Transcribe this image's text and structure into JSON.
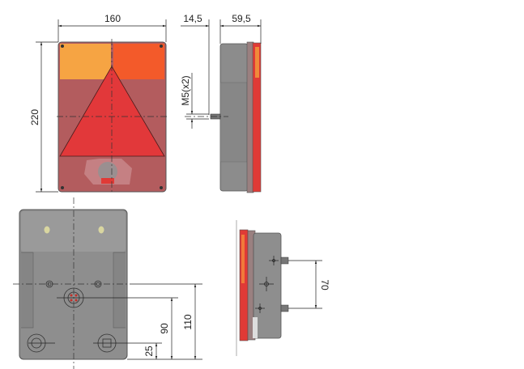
{
  "dimensions": {
    "front_width": "160",
    "front_height": "220",
    "side_mount_depth": "14,5",
    "side_depth": "59,5",
    "thread": "M5(x2)",
    "back_hole_height": "110",
    "back_connector_height": "90",
    "back_bottom_height": "25",
    "side_bolt_spacing": "70"
  },
  "colors": {
    "amber": "#f6a040",
    "orange": "#f25c2c",
    "red": "#e03a36",
    "housing": "#b05a5a",
    "grey": "#8a8a8a"
  }
}
